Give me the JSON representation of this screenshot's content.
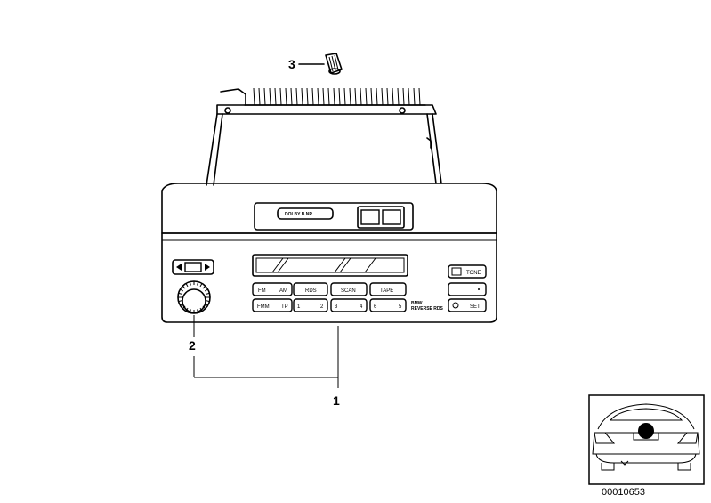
{
  "callouts": {
    "part_1": "1",
    "part_2": "2",
    "part_3": "3"
  },
  "radio_labels": {
    "dolby": "DOLBY B NR",
    "fm_am_left": "FM",
    "fm_am_right": "AM",
    "rds": "RDS",
    "scan": "SCAN",
    "tape": "TAPE",
    "fmm": "FMM",
    "tp": "TP",
    "preset_1": "1",
    "preset_2": "2",
    "preset_3": "3",
    "preset_4": "4",
    "preset_5": "5",
    "preset_6": "6",
    "tone": "TONE",
    "set": "SET",
    "brand_line1": "BMW",
    "brand_line2": "REVERSE RDS"
  },
  "document_number": "00010653"
}
